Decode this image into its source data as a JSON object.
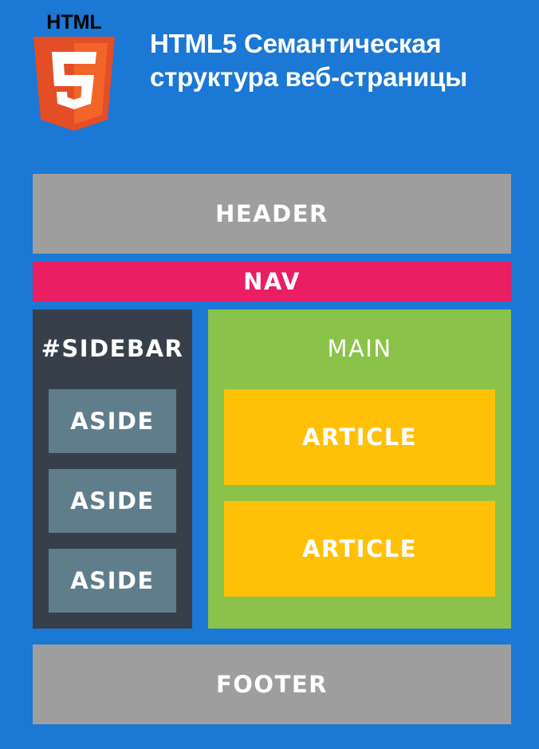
{
  "logo": {
    "text": "HTML",
    "number": "5",
    "colors": {
      "shield": "#e44d26",
      "shield_light": "#f16529",
      "glyph": "#ffffff",
      "text": "#000000"
    }
  },
  "title": {
    "line1": "HTML5 Семантическая",
    "line2": "структура веб-страницы"
  },
  "blocks": {
    "header": "HEADER",
    "nav": "NAV",
    "sidebar": "#SIDEBAR",
    "asides": [
      "ASIDE",
      "ASIDE",
      "ASIDE"
    ],
    "main": "MAIN",
    "articles": [
      "ARTICLE",
      "ARTICLE"
    ],
    "footer": "FOOTER"
  },
  "colors": {
    "background": "#1b78d4",
    "header": "#9e9e9e",
    "nav": "#e91e63",
    "sidebar": "#37404a",
    "aside": "#607d8b",
    "main": "#8bc34a",
    "article": "#ffc107",
    "footer": "#9e9e9e"
  }
}
